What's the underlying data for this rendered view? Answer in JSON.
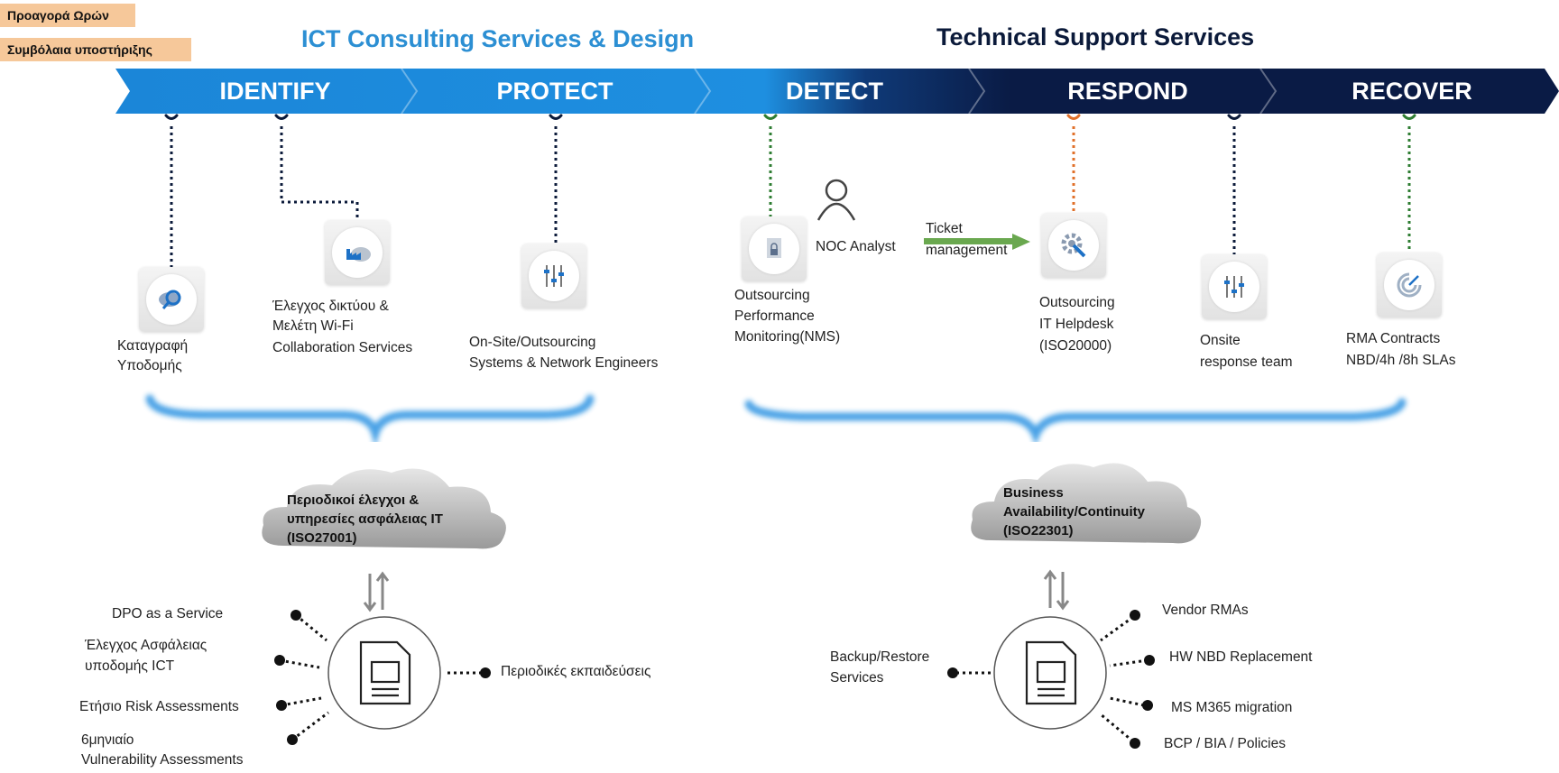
{
  "tags": {
    "hours": "Προαγορά Ωρών",
    "contracts": "Συμβόλαια υποστήριξης"
  },
  "titles": {
    "consulting": "ICT Consulting Services & Design",
    "technical": "Technical Support Services"
  },
  "colors": {
    "consulting_title": "#2c8fd3",
    "technical_title": "#0b1a3a",
    "banner_light": "#1b86d8",
    "banner_dark": "#0a1b45",
    "tag_bg": "#f6c89a",
    "dot_navy": "#0b1a3a",
    "dot_green": "#2e7d32",
    "dot_orange": "#e0702a",
    "arrow_green": "#6aa84f",
    "brace_blue": "#1f8be0"
  },
  "phases": [
    "IDENTIFY",
    "PROTECT",
    "DETECT",
    "RESPOND",
    "RECOVER"
  ],
  "services": {
    "inventory": [
      "Καταγραφή",
      "Υποδομής"
    ],
    "network": [
      "Έλεγχος δικτύου &",
      "Μελέτη Wi-Fi",
      "Collaboration Services"
    ],
    "onsite_engineers": [
      "On-Site/Outsourcing",
      "Systems & Network Engineers"
    ],
    "monitoring": [
      "Outsourcing",
      "Performance",
      "Monitoring(NMS)"
    ],
    "noc_analyst": "NOC Analyst",
    "ticket": [
      "Ticket",
      "management"
    ],
    "helpdesk": [
      "Outsourcing",
      "IT Helpdesk",
      "(ISO20000)"
    ],
    "onsite_team": [
      "Onsite",
      "response team"
    ],
    "rma": [
      "RMA Contracts",
      "NBD/4h /8h SLAs"
    ]
  },
  "clouds": {
    "security": [
      "Περιοδικοί έλεγχοι &",
      "υπηρεσίες ασφάλειας IT",
      "(ISO27001)"
    ],
    "continuity": [
      "Business",
      "Availability/Continuity",
      "(ISO22301)"
    ]
  },
  "security_items": {
    "dpo": "DPO as a Service",
    "audit": [
      "Έλεγχος Ασφάλειας",
      "υποδομής ICT"
    ],
    "risk": "Ετήσιο Risk Assessments",
    "vuln": [
      "6μηνιαίο",
      "Vulnerability Assessments"
    ],
    "training": "Περιοδικές εκπαιδεύσεις"
  },
  "continuity_items": {
    "backup": [
      "Backup/Restore",
      "Services"
    ],
    "vendor": "Vendor RMAs",
    "hw": "HW NBD Replacement",
    "m365": "MS M365 migration",
    "bcp": "BCP / BIA / Policies"
  },
  "icons": [
    "magnifier-cloud-icon",
    "factory-cloud-icon",
    "sliders-icon",
    "document-lock-icon",
    "user-icon",
    "gear-wrench-icon",
    "sliders-icon",
    "radar-icon",
    "report-document-icon"
  ]
}
